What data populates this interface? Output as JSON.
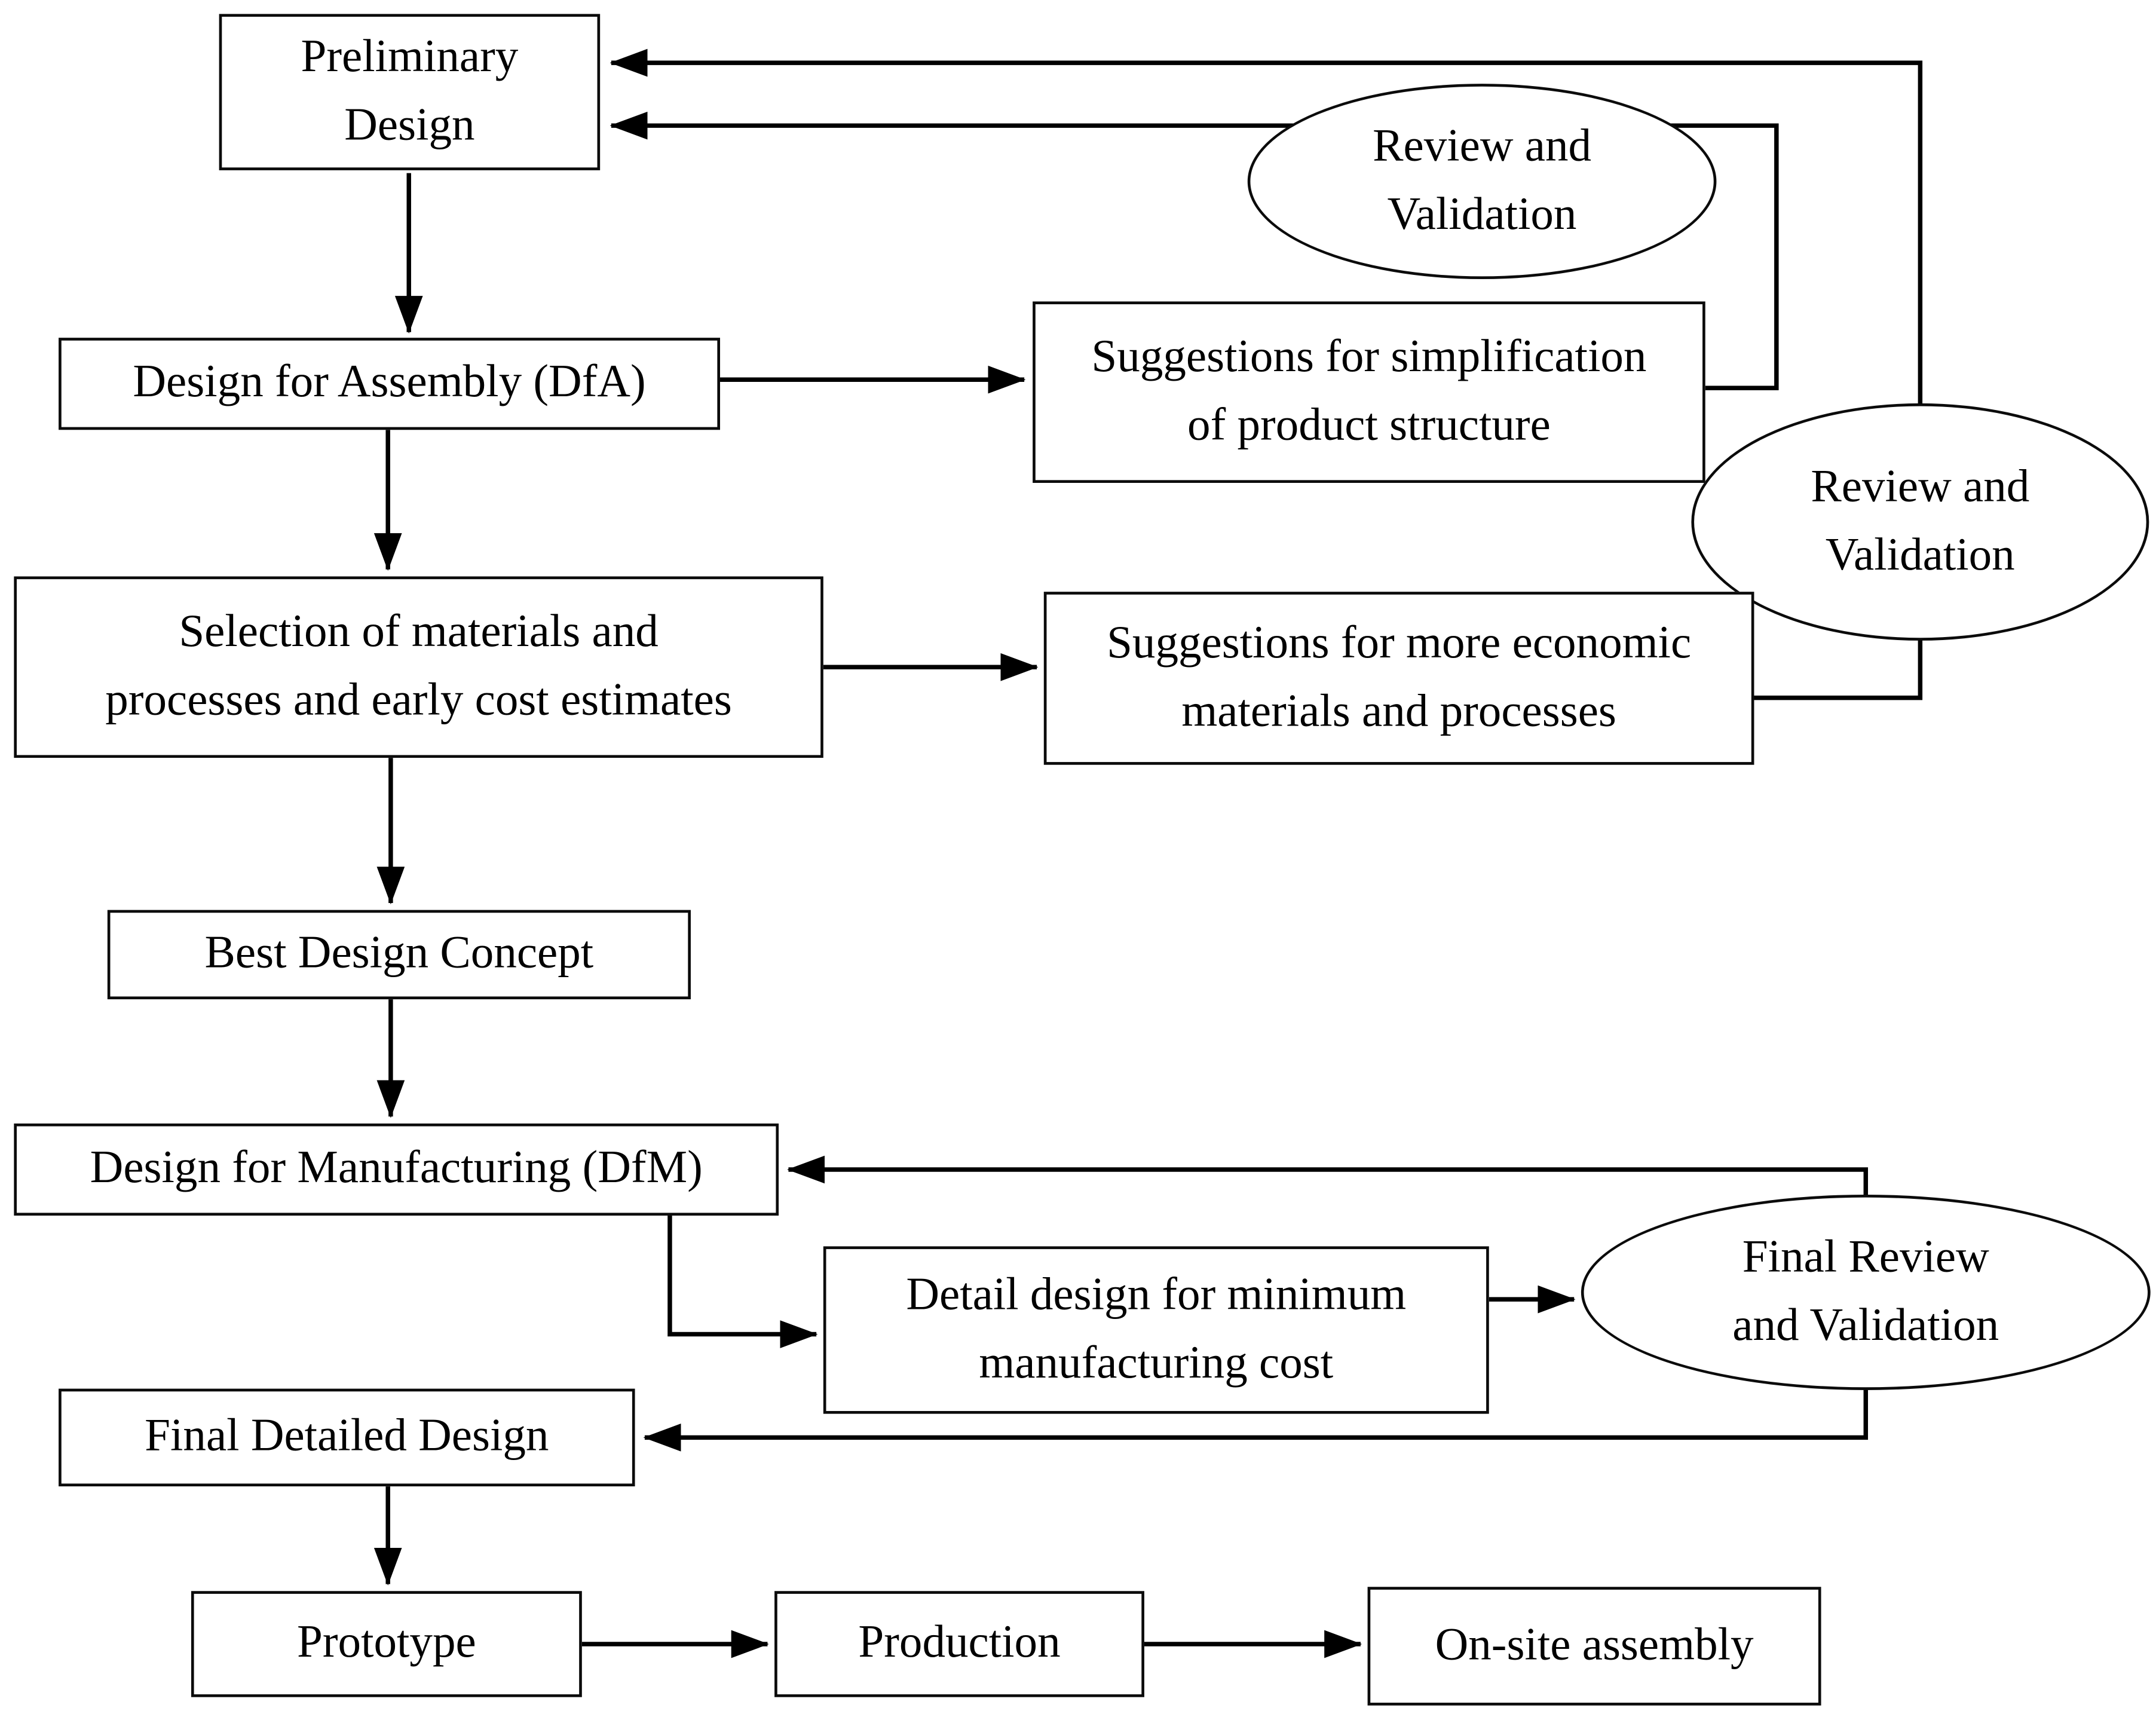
{
  "diagram": {
    "type": "flowchart",
    "colors": {
      "background": "#ffffff",
      "node_fill": "#ffffff",
      "node_border": "#0b0b0b",
      "line": "#000000",
      "text": "#000000"
    },
    "nodes": {
      "preliminary_design": {
        "shape": "rectangle",
        "label": "Preliminary\nDesign"
      },
      "dfa": {
        "shape": "rectangle",
        "label": "Design for Assembly (DfA)"
      },
      "suggestions_simplification": {
        "shape": "rectangle",
        "label": "Suggestions for simplification\nof product structure"
      },
      "review_validation_1": {
        "shape": "ellipse",
        "label": "Review and\nValidation"
      },
      "review_validation_2": {
        "shape": "ellipse",
        "label": "Review and\nValidation"
      },
      "selection_materials": {
        "shape": "rectangle",
        "label": "Selection of materials and\nprocesses and early cost estimates"
      },
      "suggestions_economic": {
        "shape": "rectangle",
        "label": "Suggestions for more economic\nmaterials and processes"
      },
      "best_design_concept": {
        "shape": "rectangle",
        "label": "Best Design Concept"
      },
      "dfm": {
        "shape": "rectangle",
        "label": "Design for Manufacturing (DfM)"
      },
      "detail_design": {
        "shape": "rectangle",
        "label": "Detail design for minimum\nmanufacturing cost"
      },
      "final_review_validation": {
        "shape": "ellipse",
        "label": "Final Review\nand Validation"
      },
      "final_detailed_design": {
        "shape": "rectangle",
        "label": "Final Detailed Design"
      },
      "prototype": {
        "shape": "rectangle",
        "label": "Prototype"
      },
      "production": {
        "shape": "rectangle",
        "label": "Production"
      },
      "onsite_assembly": {
        "shape": "rectangle",
        "label": "On-site assembly"
      }
    },
    "edges": [
      {
        "from": "preliminary_design",
        "to": "dfa"
      },
      {
        "from": "dfa",
        "to": "suggestions_simplification"
      },
      {
        "from": "dfa",
        "to": "selection_materials"
      },
      {
        "from": "selection_materials",
        "to": "suggestions_economic"
      },
      {
        "from": "selection_materials",
        "to": "best_design_concept"
      },
      {
        "from": "best_design_concept",
        "to": "dfm"
      },
      {
        "from": "dfm",
        "to": "detail_design"
      },
      {
        "from": "detail_design",
        "to": "final_review_validation"
      },
      {
        "from": "final_review_validation",
        "to": "dfm"
      },
      {
        "from": "final_review_validation",
        "to": "final_detailed_design"
      },
      {
        "from": "final_detailed_design",
        "to": "prototype"
      },
      {
        "from": "prototype",
        "to": "production"
      },
      {
        "from": "production",
        "to": "onsite_assembly"
      },
      {
        "from": "suggestions_simplification",
        "to": "preliminary_design",
        "via": "review_validation_1"
      },
      {
        "from": "suggestions_economic",
        "to": "preliminary_design",
        "via": "review_validation_2"
      }
    ]
  }
}
